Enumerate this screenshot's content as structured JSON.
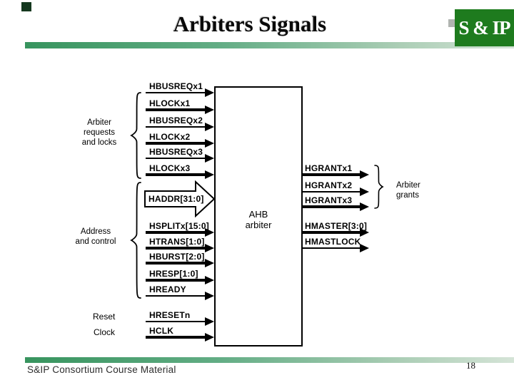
{
  "slide": {
    "title": "Arbiters Signals",
    "logo_text": "S & IP",
    "footer_text": "S&IP Consortium Course Material",
    "page_number": "18"
  },
  "diagram": {
    "block_name_line1": "AHB",
    "block_name_line2": "arbiter",
    "haddr": "HADDR[31:0]",
    "left_signals": [
      "HBUSREQx1",
      "HLOCKx1",
      "HBUSREQx2",
      "HLOCKx2",
      "HBUSREQx3",
      "HLOCKx3",
      "HSPLITx[15:0]",
      "HTRANS[1:0]",
      "HBURST[2:0]",
      "HRESP[1:0]",
      "HREADY",
      "HRESETn",
      "HCLK"
    ],
    "right_signals": [
      "HGRANTx1",
      "HGRANTx2",
      "HGRANTx3",
      "HMASTER[3:0]",
      "HMASTLOCK"
    ],
    "labels": {
      "requests_1": "Arbiter",
      "requests_2": "requests",
      "requests_3": "and locks",
      "address_1": "Address",
      "address_2": "and control",
      "reset": "Reset",
      "clock": "Clock",
      "grants_1": "Arbiter",
      "grants_2": "grants"
    }
  },
  "colors": {
    "bar_gradient_left": "#37945e",
    "bar_gradient_right": "#d5e4d7",
    "logo_green": "#1e7b1e",
    "accent_square": "#15381f"
  }
}
